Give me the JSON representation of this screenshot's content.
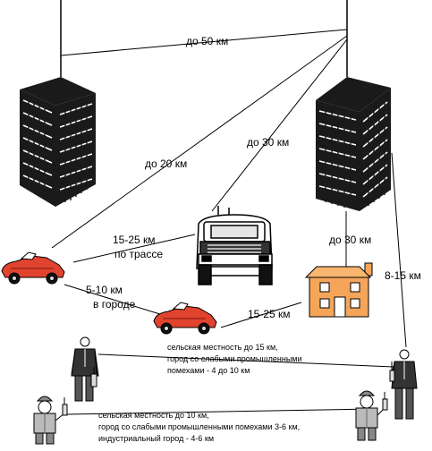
{
  "labels": {
    "up_to_50km": "до 50 км",
    "up_to_20km": "до 20 км",
    "up_to_30km_bus": "до 30 км",
    "up_to_30km_house": "до 30 км",
    "range_15_25_line1": "15-25 км",
    "range_15_25_line2": "по трассе",
    "range_5_10_line1": "5-10 км",
    "range_5_10_line2": "в городе",
    "range_15_25_house": "15-25 км",
    "range_8_15": "8-15 км",
    "handheld_a_line1": "сельская местность до 15 км,",
    "handheld_a_line2": "город со слабыми промышленными",
    "handheld_a_line3": "помехами - 4 до 10 км",
    "handheld_b_line1": "сельская местность до 10 км,",
    "handheld_b_line2": "город со слабыми промышленными помехами 3-6 км,",
    "handheld_b_line3": "индустриальный город - 4-6 км"
  },
  "colors": {
    "car": "#e0432e",
    "house": "#f5a55a",
    "house_roof": "#f7b56e",
    "building": "#1a1a1a",
    "windows": "#ffffff",
    "lines": "#000000"
  }
}
